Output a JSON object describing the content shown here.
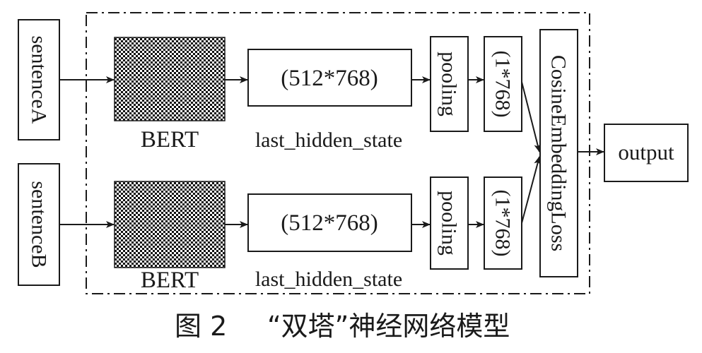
{
  "inputs": {
    "sentence_a": "sentenceA",
    "sentence_b": "sentenceB"
  },
  "encoder": {
    "top_label": "BERT",
    "bottom_label": "BERT"
  },
  "hidden_state": {
    "top_value": "(512*768)",
    "bottom_value": "(512*768)",
    "top_label": "last_hidden_state",
    "bottom_label": "last_hidden_state"
  },
  "pooling": {
    "top_label": "pooling",
    "bottom_label": "pooling"
  },
  "pooled": {
    "top_value": "(1*768)",
    "bottom_value": "(1*768)"
  },
  "loss": {
    "label": "CosineEmbeddingLoss"
  },
  "output": {
    "label": "output"
  },
  "caption": {
    "figure_number": "图 2",
    "title": "“双塔”神经网络模型"
  }
}
